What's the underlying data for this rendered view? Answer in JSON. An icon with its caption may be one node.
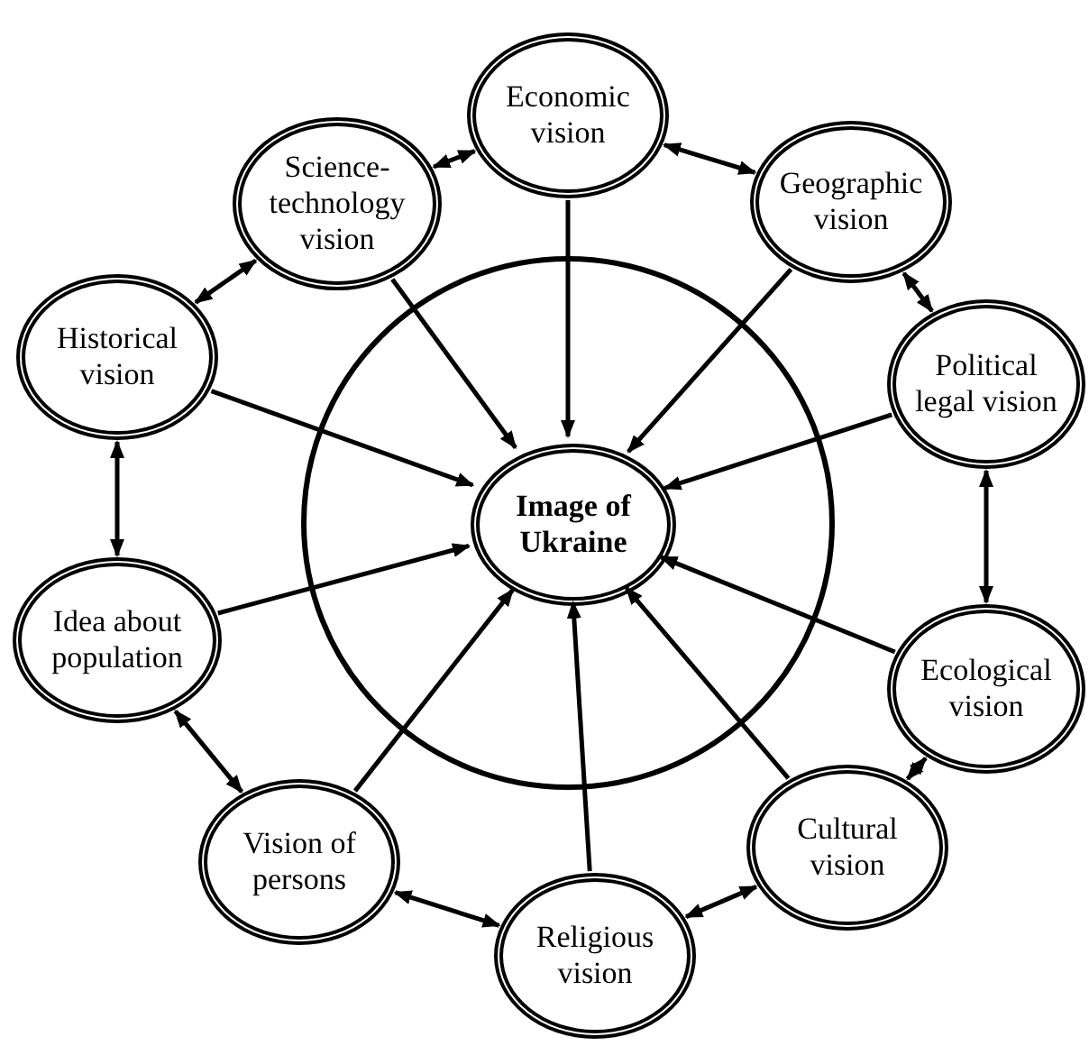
{
  "diagram": {
    "nodes": [
      {
        "text": [],
        "shape": "circle"
      },
      {
        "text": [
          "Image of Ukraine"
        ],
        "in": 0
      },
      {
        "text": [
          "Economic vision"
        ]
      },
      {
        "text": [
          "Science-technology vision"
        ]
      },
      {
        "text": [
          "Geographic vision"
        ]
      },
      {
        "text": [
          "Historical vision"
        ]
      },
      {
        "text": [
          "Political legal vision"
        ]
      },
      {
        "text": [
          "Idea about population"
        ]
      },
      {
        "text": [
          "Ecological vision"
        ]
      },
      {
        "text": [
          "Vision of persons"
        ]
      },
      {
        "text": [
          "Cultural vision"
        ]
      },
      {
        "text": [
          "Religious vision"
        ]
      }
    ],
    "edges": [
      {
        "from": 2,
        "to": 1,
        "arrow": "to"
      },
      {
        "from": 3,
        "to": 1,
        "arrow": "to"
      },
      {
        "from": 4,
        "to": 1,
        "arrow": "to"
      },
      {
        "from": 5,
        "to": 1,
        "arrow": "to"
      },
      {
        "from": 6,
        "to": 1,
        "arrow": "to"
      },
      {
        "from": 7,
        "to": 1,
        "arrow": "to"
      },
      {
        "from": 8,
        "to": 1,
        "arrow": "to"
      },
      {
        "from": 9,
        "to": 1,
        "arrow": "to"
      },
      {
        "from": 10,
        "to": 1,
        "arrow": "to"
      },
      {
        "from": 11,
        "to": 1,
        "arrow": "to"
      },
      {
        "from": 2,
        "to": 4,
        "arrow": "both"
      },
      {
        "from": 4,
        "to": 6,
        "arrow": "both"
      },
      {
        "from": 6,
        "to": 8,
        "arrow": "both"
      },
      {
        "from": 8,
        "to": 10,
        "arrow": "both"
      },
      {
        "from": 10,
        "to": 11,
        "arrow": "both"
      },
      {
        "from": 11,
        "to": 9,
        "arrow": "both"
      },
      {
        "from": 9,
        "to": 7,
        "arrow": "both"
      },
      {
        "from": 7,
        "to": 5,
        "arrow": "both"
      },
      {
        "from": 5,
        "to": 3,
        "arrow": "both"
      },
      {
        "from": 3,
        "to": 2,
        "arrow": "both"
      }
    ]
  }
}
